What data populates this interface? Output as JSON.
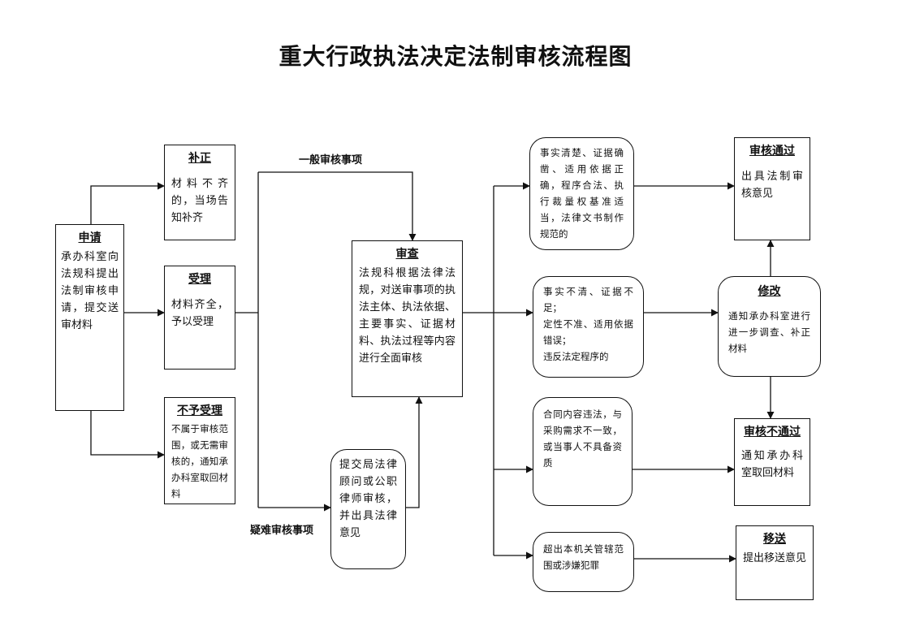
{
  "title": "重大行政执法决定法制审核流程图",
  "nodes": {
    "apply": {
      "head": "申请",
      "body": "承办科室向法规科提出法制审核申请，提交送审材料"
    },
    "supplement": {
      "head": "补正",
      "body": "材料不齐的，当场告知补齐"
    },
    "accept": {
      "head": "受理",
      "body": "材料齐全，予以受理"
    },
    "reject": {
      "head": "不予受理",
      "body": "不属于审核范围，或无需审核的，通知承办科室取回材料"
    },
    "review": {
      "head": "审查",
      "body": "法规科根据法律法规，对送审事项的执法主体、执法依据、主要事实、证据材料、执法过程等内容进行全面审核"
    },
    "lawyer": {
      "body": "提交局法律顾问或公职律师审核，并出具法律意见"
    },
    "cond_clear": {
      "body": "事实清楚、证据确凿、适用依据正确，程序合法、执行裁量权基准适当，法律文书制作规范的"
    },
    "cond_unclear": {
      "lines": [
        "事实不清、证据不足；",
        "定性不准、适用依据错误；",
        "违反法定程序的"
      ]
    },
    "cond_illegal": {
      "body": "合同内容违法，与采购需求不一致，或当事人不具备资质"
    },
    "cond_beyond": {
      "body": "超出本机关管辖范围或涉嫌犯罪"
    },
    "pass": {
      "head": "审核通过",
      "body": "出具法制审核意见"
    },
    "revise": {
      "head": "修改",
      "body": "通知承办科室进行进一步调查、补正材料"
    },
    "fail": {
      "head": "审核不通过",
      "body": "通知承办科室取回材料"
    },
    "transfer": {
      "head": "移送",
      "body": "提出移送意见"
    }
  },
  "edge_labels": {
    "general": "一般审核事项",
    "difficult": "疑难审核事项"
  }
}
